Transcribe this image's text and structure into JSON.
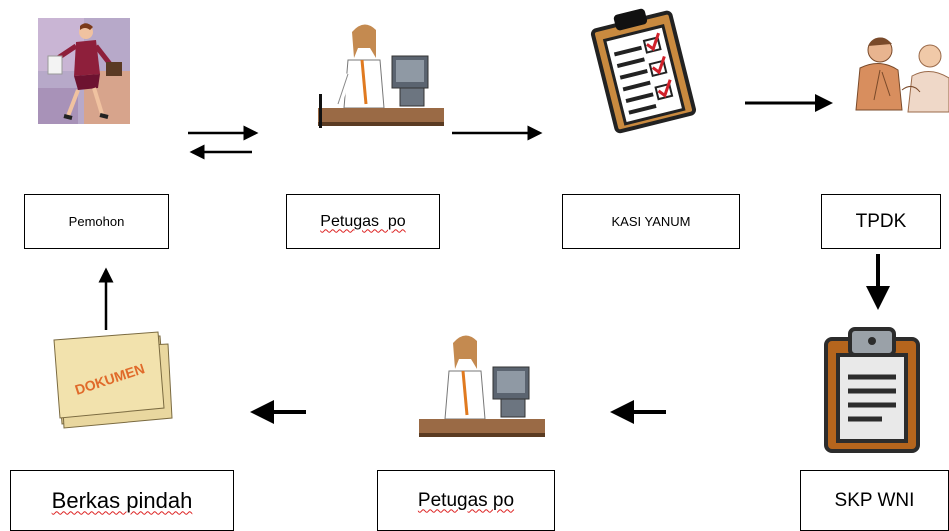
{
  "nodes": {
    "pemohon": "Pemohon",
    "petugas_top": "Petugas  po",
    "kasi_yanum": "KASI YANUM",
    "tpdk": "TPDK",
    "skp_wni": "SKP WNI",
    "petugas_bottom": "Petugas po",
    "berkas_pindah": "Berkas pindah"
  },
  "icons": {
    "applicant": "woman-walking-icon",
    "clerk": "clerk-at-computer-icon",
    "checklist": "checklist-clipboard-icon",
    "meeting": "people-meeting-icon",
    "clipboard": "clipboard-document-icon",
    "folder": "document-folder-icon"
  },
  "folder_stamp": "DOKUMEN"
}
